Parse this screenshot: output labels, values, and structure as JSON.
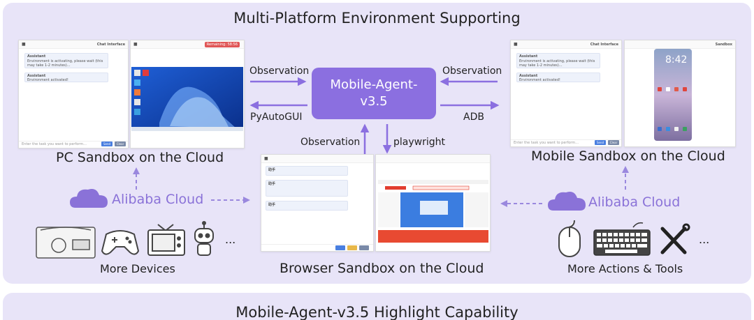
{
  "title": "Multi-Platform Environment Supporting",
  "bottom_title": "Mobile-Agent-v3.5 Highlight Capability",
  "agent": {
    "line1": "Mobile-Agent-",
    "line2": "v3.5"
  },
  "edges": {
    "pc_observation": "Observation",
    "pc_action": "PyAutoGUI",
    "mobile_observation": "Observation",
    "mobile_action": "ADB",
    "browser_observation": "Observation",
    "browser_action": "playwright"
  },
  "sandboxes": {
    "pc": {
      "caption": "PC Sandbox on the Cloud",
      "chat_header": "Chat Interface",
      "timer": "Remaining: 58:56",
      "msg1_title": "Assistant",
      "msg1_text": "Environment is activating, please wait (this may take 1-2 minutes)...",
      "msg2_title": "Assistant",
      "msg2_text": "Environment activated!",
      "input_placeholder": "Enter the task you want to perform...",
      "send": "Send",
      "clear": "Clear"
    },
    "mobile": {
      "caption": "Mobile Sandbox on the Cloud",
      "chat_header": "Chat Interface",
      "side_header": "Sandbox",
      "clock": "8:42",
      "msg1_title": "Assistant",
      "msg1_text": "Environment is activating, please wait (this may take 1-2 minutes)...",
      "msg2_title": "Assistant",
      "msg2_text": "Environment activated!",
      "input_placeholder": "Enter the task you want to perform...",
      "send": "Send",
      "clear": "Clear"
    },
    "browser": {
      "caption": "Browser Sandbox on the Cloud",
      "msg1_title": "助手",
      "msg2_title": "助手",
      "msg3_title": "助手"
    }
  },
  "cloud": {
    "left": "Alibaba Cloud",
    "right": "Alibaba Cloud"
  },
  "devices": {
    "caption": "More Devices",
    "ellipsis": "..."
  },
  "tools": {
    "caption": "More Actions & Tools",
    "ellipsis": "..."
  },
  "colors": {
    "panel": "#e8e4f8",
    "accent": "#8b6fe0",
    "cloud": "#8a72d8",
    "timer": "#e05656"
  },
  "icons": [
    "car-interior-icon",
    "gamepad-icon",
    "tv-icon",
    "robot-icon",
    "mouse-icon",
    "keyboard-icon",
    "tools-icon",
    "cloud-icon"
  ]
}
